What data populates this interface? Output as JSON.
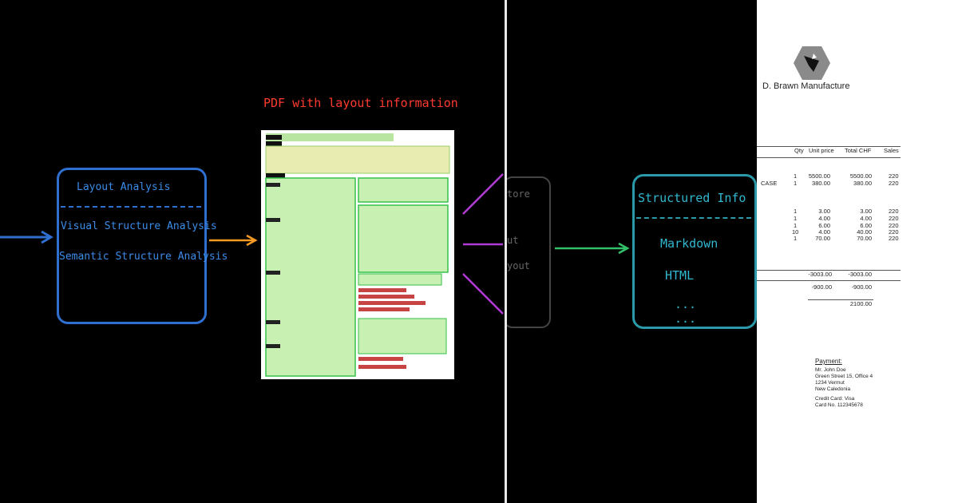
{
  "colors": {
    "layout_box": "#2f6fd0",
    "pdf_title": "#ff3b2f",
    "arrow_orange": "#f59a22",
    "arrow_green": "#33c06a",
    "arrow_purple": "#b13bd6",
    "struct_box": "#2a9aa8"
  },
  "layout_box": {
    "title": "Layout Analysis",
    "items": [
      "Visual Structure Analysis",
      "Semantic Structure Analysis"
    ]
  },
  "pdf": {
    "title": "PDF with layout information"
  },
  "store_box": {
    "lines": [
      "tore",
      "ut",
      "yout"
    ]
  },
  "structured": {
    "title": "Structured Info",
    "items": [
      "Markdown",
      "HTML",
      "...",
      "..."
    ]
  },
  "invoice": {
    "logo_icon": "hexagon-logo-icon",
    "company": "D. Brawn Manufacture",
    "columns": [
      "Qty",
      "Unit price",
      "Total CHF",
      "Sales"
    ],
    "rows": [
      {
        "desc": "",
        "qty": "1",
        "unit": "5500.00",
        "total": "5500.00",
        "sales": "220"
      },
      {
        "desc": "CASE",
        "qty": "1",
        "unit": "380.00",
        "total": "380.00",
        "sales": "220"
      },
      {
        "desc": "",
        "qty": "1",
        "unit": "3.00",
        "total": "3.00",
        "sales": "220"
      },
      {
        "desc": "",
        "qty": "1",
        "unit": "4.00",
        "total": "4.00",
        "sales": "220"
      },
      {
        "desc": "",
        "qty": "1",
        "unit": "6.00",
        "total": "6.00",
        "sales": "220"
      },
      {
        "desc": "",
        "qty": "10",
        "unit": "4.00",
        "total": "40.00",
        "sales": "220"
      },
      {
        "desc": "",
        "qty": "1",
        "unit": "70.00",
        "total": "70.00",
        "sales": "220"
      }
    ],
    "adjustments": [
      {
        "unit": "-3003.00",
        "total": "-3003.00"
      },
      {
        "unit": "-900.00",
        "total": "-900.00"
      }
    ],
    "grand_total": "2100.00",
    "payment": {
      "heading": "Payment:",
      "lines": [
        "Mr. John Doe",
        "Green Street 15, Office 4",
        "1234 Vermut",
        "New Caledonia",
        "",
        "Credit Card: Visa",
        "Card No. 112345678"
      ]
    }
  }
}
